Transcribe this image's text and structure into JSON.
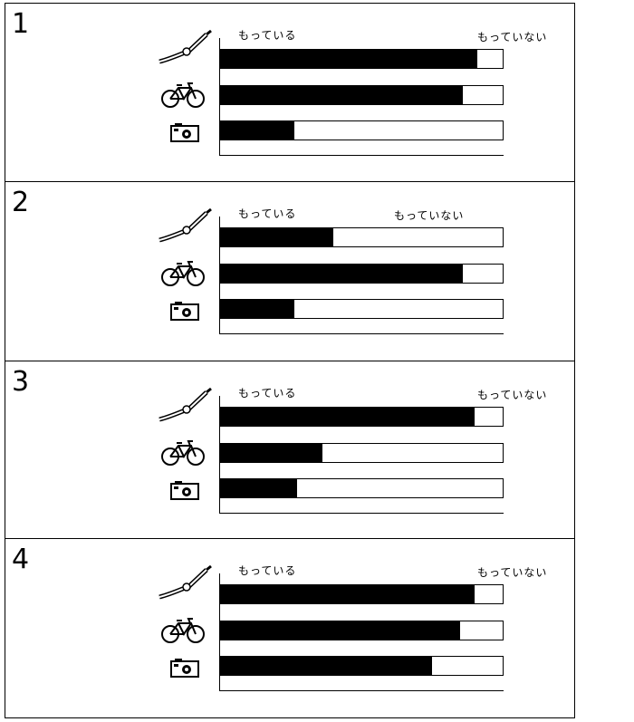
{
  "colors": {
    "owned": "#000000",
    "not_owned": "#ffffff",
    "line": "#000000"
  },
  "icons": [
    "fishing-rod-icon",
    "bicycle-icon",
    "camera-icon"
  ],
  "chart_data": [
    {
      "type": "bar",
      "stacked": true,
      "orientation": "horizontal",
      "panel_label": "1",
      "legend_left": "もっている",
      "legend_right": "もっていない",
      "categories": [
        "fishing-rod-icon",
        "bicycle-icon",
        "camera-icon"
      ],
      "series": [
        {
          "name": "もっている",
          "values": [
            91,
            86,
            26
          ]
        },
        {
          "name": "もっていない",
          "values": [
            9,
            14,
            74
          ]
        }
      ],
      "xlim": [
        0,
        100
      ]
    },
    {
      "type": "bar",
      "stacked": true,
      "orientation": "horizontal",
      "panel_label": "2",
      "legend_left": "もっている",
      "legend_right": "もっていない",
      "categories": [
        "fishing-rod-icon",
        "bicycle-icon",
        "camera-icon"
      ],
      "series": [
        {
          "name": "もっている",
          "values": [
            40,
            86,
            26
          ]
        },
        {
          "name": "もっていない",
          "values": [
            60,
            14,
            74
          ]
        }
      ],
      "xlim": [
        0,
        100
      ]
    },
    {
      "type": "bar",
      "stacked": true,
      "orientation": "horizontal",
      "panel_label": "3",
      "legend_left": "もっている",
      "legend_right": "もっていない",
      "categories": [
        "fishing-rod-icon",
        "bicycle-icon",
        "camera-icon"
      ],
      "series": [
        {
          "name": "もっている",
          "values": [
            90,
            36,
            27
          ]
        },
        {
          "name": "もっていない",
          "values": [
            10,
            64,
            73
          ]
        }
      ],
      "xlim": [
        0,
        100
      ]
    },
    {
      "type": "bar",
      "stacked": true,
      "orientation": "horizontal",
      "panel_label": "4",
      "legend_left": "もっている",
      "legend_right": "もっていない",
      "categories": [
        "fishing-rod-icon",
        "bicycle-icon",
        "camera-icon"
      ],
      "series": [
        {
          "name": "もっている",
          "values": [
            90,
            85,
            75
          ]
        },
        {
          "name": "もっていない",
          "values": [
            10,
            15,
            25
          ]
        }
      ],
      "xlim": [
        0,
        100
      ]
    }
  ]
}
